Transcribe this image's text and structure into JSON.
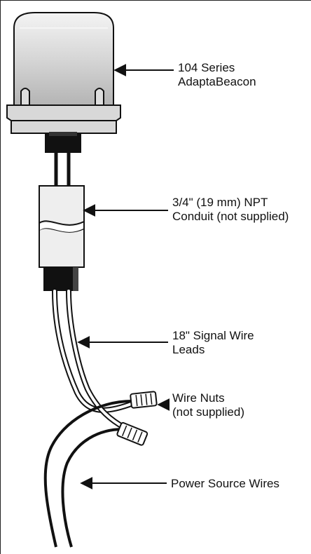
{
  "labels": {
    "beacon": [
      "104 Series",
      "AdaptaBeacon"
    ],
    "conduit": [
      "3/4\" (19 mm) NPT",
      "Conduit (not supplied)"
    ],
    "signal": [
      "18\" Signal Wire",
      "Leads"
    ],
    "nuts": [
      "Wire Nuts",
      "(not supplied)"
    ],
    "power": [
      "Power Source Wires"
    ]
  },
  "colors": {
    "line": "#111111",
    "dome_top": "#ececec",
    "dome_bottom": "#b8b8b8",
    "base": "#d6d6d6",
    "conduit": "#eeeeee"
  }
}
